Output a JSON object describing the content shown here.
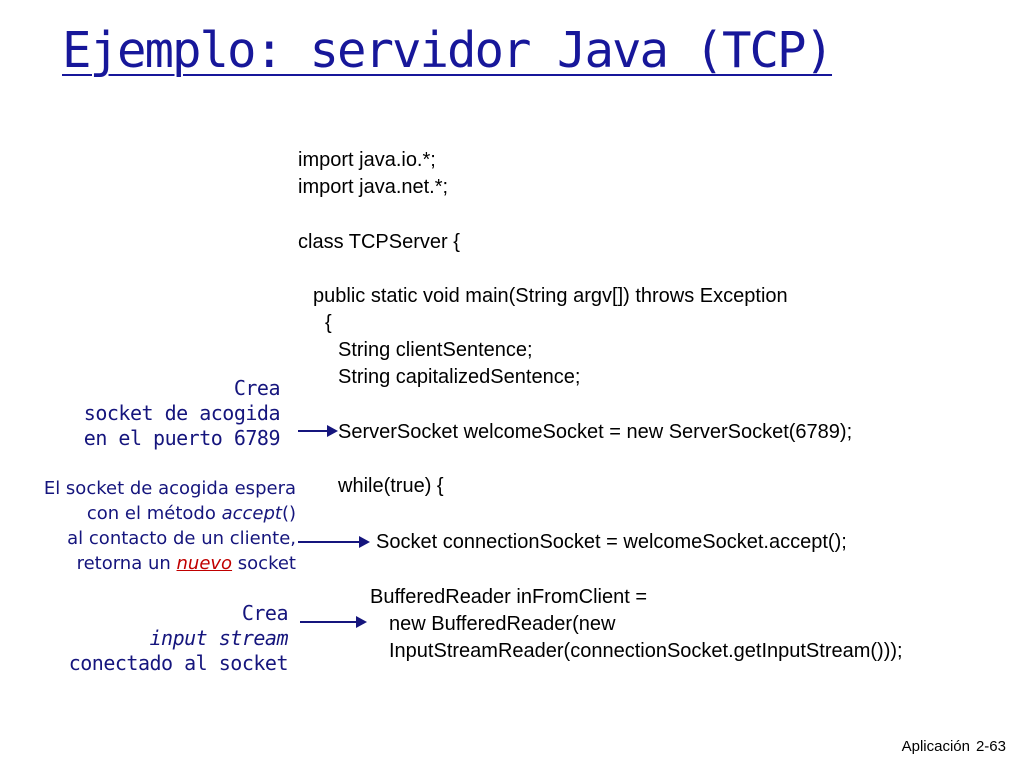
{
  "title": "Ejemplo: servidor Java (TCP)",
  "code": [
    "import java.io.*;",
    "import java.net.*;",
    "class TCPServer {",
    "public static void main(String argv[]) throws Exception",
    "{",
    "String clientSentence;",
    "String capitalizedSentence;",
    "ServerSocket welcomeSocket = new ServerSocket(6789);",
    "while(true) {",
    "Socket connectionSocket = welcomeSocket.accept();",
    "BufferedReader inFromClient =",
    "new BufferedReader(new",
    "InputStreamReader(connectionSocket.getInputStream()));"
  ],
  "annotations": {
    "welcome_socket": [
      "Crea",
      "socket de acogida",
      "en el puerto 6789"
    ],
    "accept": {
      "line1": "El socket de acogida espera",
      "line2_pre": "con el método ",
      "line2_em": "accept",
      "line2_post": "()",
      "line3": "al contacto de un cliente,",
      "line4_pre": "retorna un ",
      "line4_em": "nuevo",
      "line4_post": " socket"
    },
    "input_stream": [
      "Crea",
      "input stream",
      "conectado al socket"
    ]
  },
  "footer": {
    "section": "Aplicación",
    "page": "2-63"
  },
  "colors": {
    "title": "#17179a",
    "annotation": "#15157d",
    "highlight": "#c00000"
  }
}
